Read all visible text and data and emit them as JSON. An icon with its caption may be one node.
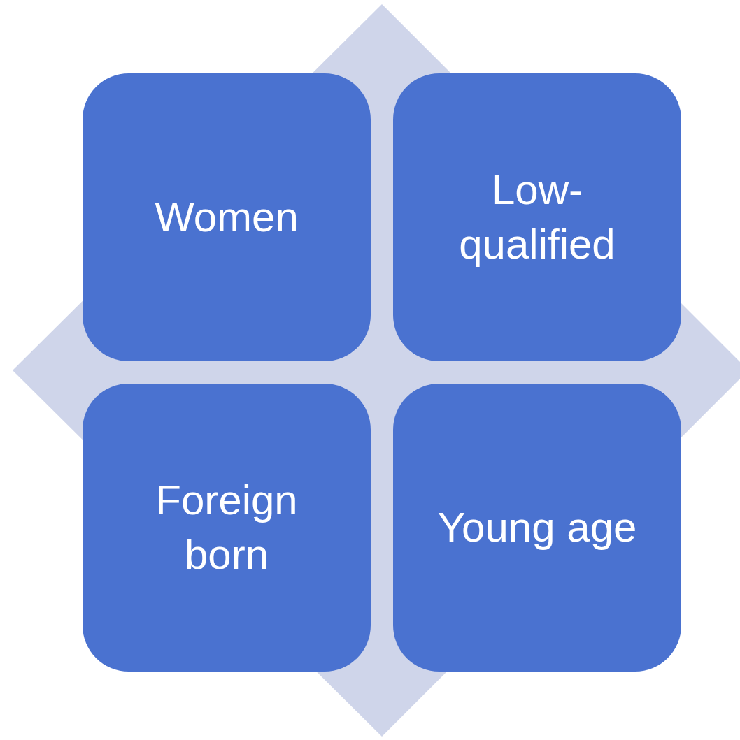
{
  "diagram": {
    "nodes": [
      {
        "text": [
          "Women"
        ]
      },
      {
        "text": [
          "Low-qualified"
        ]
      },
      {
        "text": [
          "Foreign born"
        ]
      },
      {
        "text": [
          "Young age"
        ]
      }
    ]
  }
}
